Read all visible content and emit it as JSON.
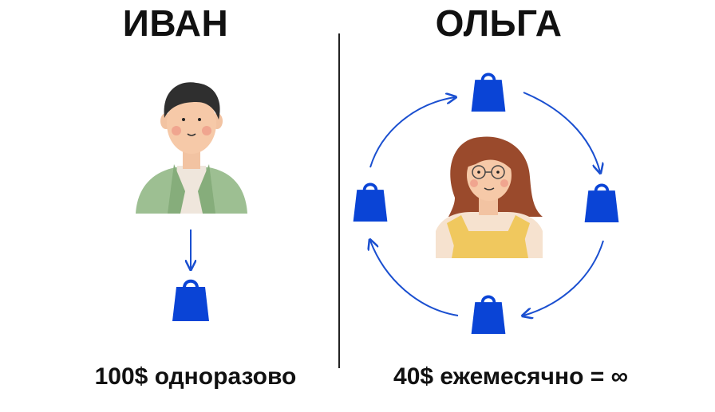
{
  "left": {
    "name": "ИВАН",
    "caption": "100$ одноразово"
  },
  "right": {
    "name": "ОЛЬГА",
    "caption": "40$ ежемесячно = ∞"
  },
  "colors": {
    "bag": "#0a44d6",
    "arrow": "#1a4fd0",
    "man_shirt": "#9dbf92",
    "woman_hair": "#9a4a2c",
    "woman_top": "#f0c85e",
    "skin": "#f6c9a8"
  },
  "icons": [
    "man-avatar",
    "woman-avatar",
    "shopping-bag-icon",
    "arrow-down-icon",
    "cycle-arrow-icon"
  ]
}
